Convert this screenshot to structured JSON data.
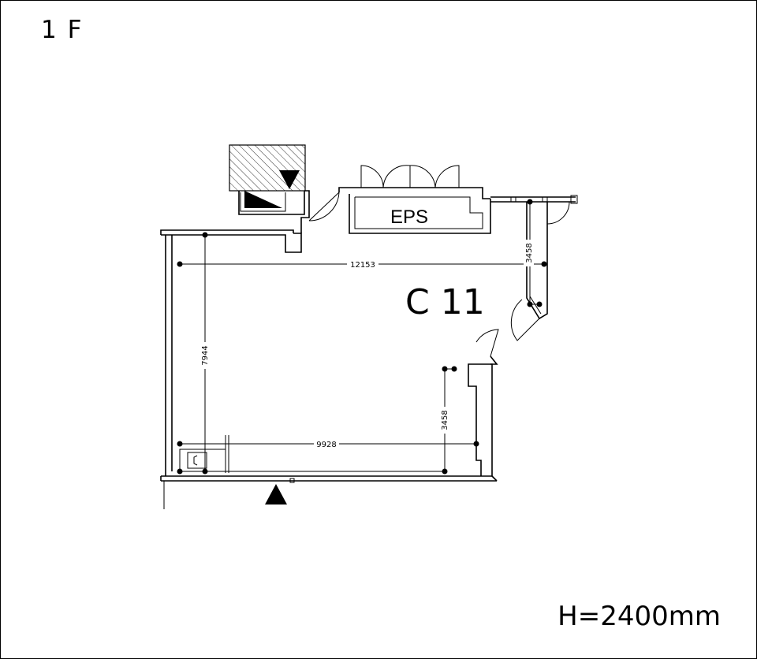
{
  "floor": "1 F",
  "ceiling_height": "H=2400mm",
  "room_name": "C 11",
  "eps_label": "EPS",
  "dimensions": {
    "top_width": "12153",
    "bottom_width": "9928",
    "left_depth": "7944",
    "right_depth_upper": "3458",
    "right_depth_lower": "3458"
  }
}
